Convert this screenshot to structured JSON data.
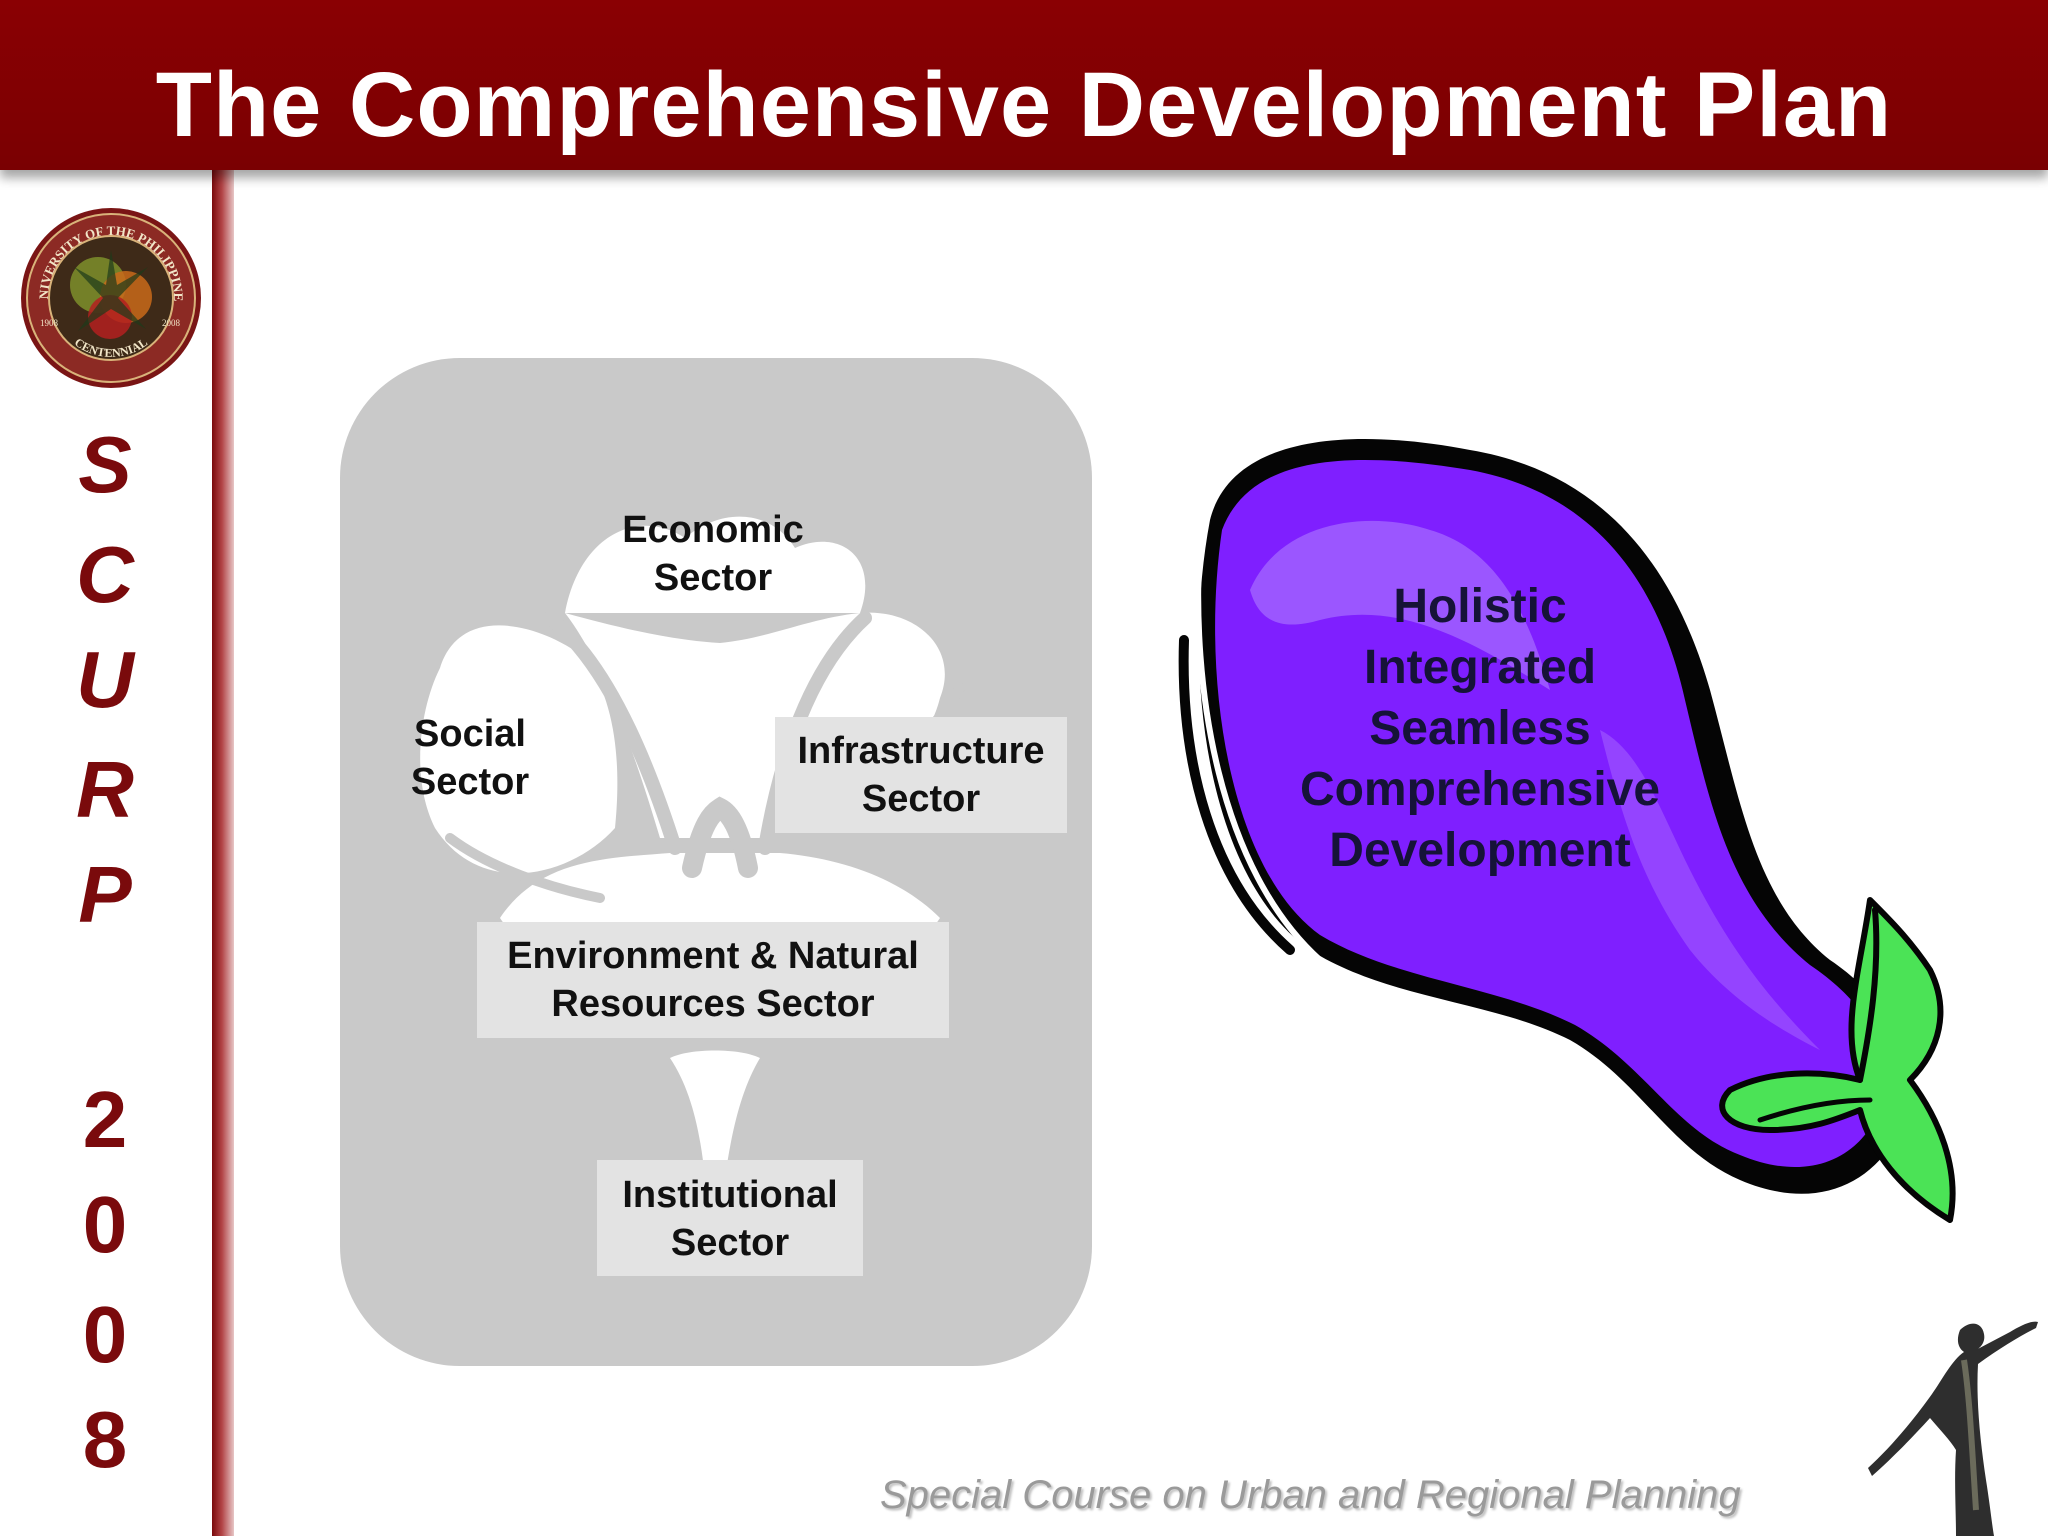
{
  "slide": {
    "title": "The Comprehensive Development Plan",
    "colors": {
      "header": "#7a0002",
      "sidebar_text": "#7a0a0c",
      "panel": "#c9c9c9",
      "eggplant": "#7f1fff",
      "leaf": "#4be356"
    }
  },
  "sidebar": {
    "letters": [
      "S",
      "C",
      "U",
      "R",
      "P"
    ],
    "year": [
      "2",
      "0",
      "0",
      "8"
    ],
    "logo": {
      "ring_top": "UNIVERSITY OF THE PHILIPPINES",
      "ring_bottom": "CENTENNIAL",
      "left_year": "1908",
      "right_year": "2008"
    }
  },
  "diagram": {
    "sectors": {
      "economic": "Economic\nSector",
      "social": "Social\nSector",
      "infrastructure": "Infrastructure\nSector",
      "environment": "Environment & Natural\nResources Sector",
      "institutional": "Institutional\nSector"
    },
    "eggplant_lines": [
      "Holistic",
      "Integrated",
      "Seamless",
      "Comprehensive",
      "Development"
    ]
  },
  "footer": {
    "text": "Special Course on Urban and Regional Planning"
  }
}
